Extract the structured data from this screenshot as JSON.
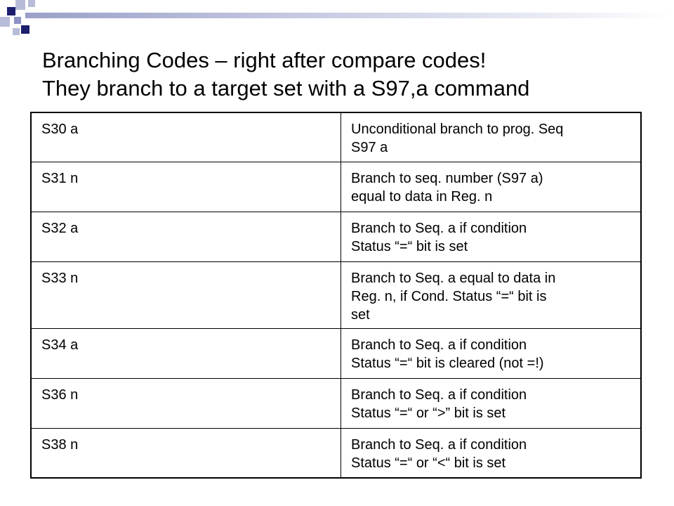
{
  "slide": {
    "title_line1": "Branching Codes – right after compare codes!",
    "title_line2": "They branch to a target set with a S97,a command"
  },
  "table": {
    "rows": [
      {
        "code": "S30 a",
        "desc_lines": [
          "Unconditional branch to prog. Seq",
          "S97 a"
        ]
      },
      {
        "code": "S31 n",
        "desc_lines": [
          "Branch to seq. number (S97 a)",
          "equal to data in Reg. n"
        ]
      },
      {
        "code": "S32 a",
        "desc_lines": [
          "Branch to Seq. a if condition",
          "Status “=“ bit is set"
        ]
      },
      {
        "code": "S33 n",
        "desc_lines": [
          "Branch to Seq. a equal to data in",
          "Reg. n, if Cond. Status “=“ bit is",
          "set"
        ]
      },
      {
        "code": "S34 a",
        "desc_lines": [
          "Branch to Seq. a if condition",
          "Status “=“ bit is cleared (not =!)"
        ]
      },
      {
        "code": "S36 n",
        "desc_lines": [
          "Branch to Seq. a if condition",
          "Status “=“ or “>” bit is set"
        ]
      },
      {
        "code": "S38 n",
        "desc_lines": [
          "Branch to Seq. a if condition",
          "Status “=“ or “<“ bit is set"
        ]
      }
    ]
  },
  "colors": {
    "accent_navy": "#1c1f6e",
    "accent_light": "#b7bcd8"
  }
}
